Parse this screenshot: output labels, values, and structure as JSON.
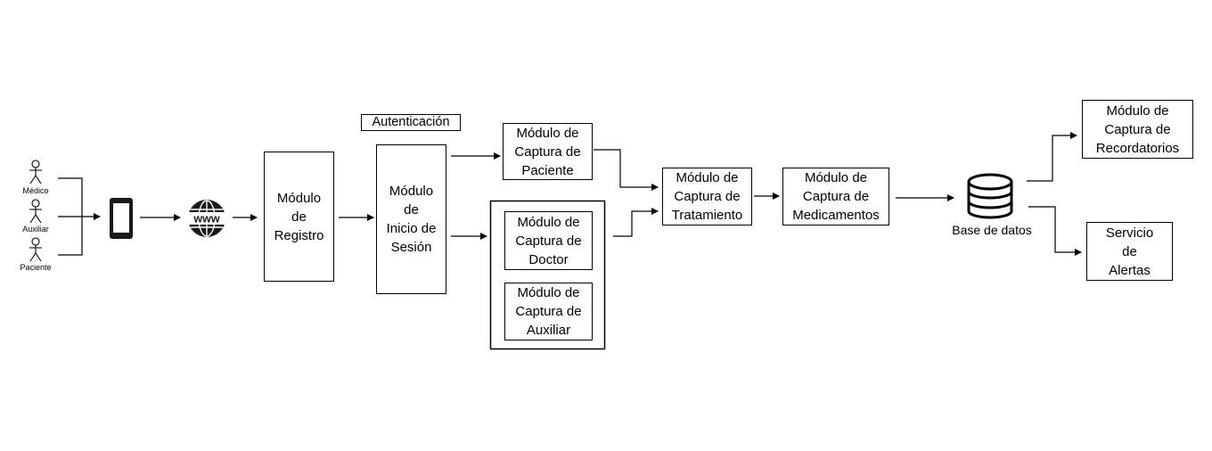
{
  "actors": [
    "Médico",
    "Auxiliar",
    "Paciente"
  ],
  "icons": {
    "device": "smartphone-icon",
    "web": "www-globe-icon",
    "database": "database-icon"
  },
  "boxes": {
    "registro": "Módulo\nde\nRegistro",
    "inicio_sesion": "Módulo\nde\nInicio de\nSesión",
    "autenticacion": "Autenticación",
    "paciente": "Módulo de\nCaptura de\nPaciente",
    "doctor": "Módulo de\nCaptura de\nDoctor",
    "auxiliar": "Módulo de\nCaptura de\nAuxiliar",
    "tratamiento": "Módulo de\nCaptura de\nTratamiento",
    "medicamentos": "Módulo de\nCaptura de\nMedicamentos",
    "recordatorios": "Módulo de\nCaptura de\nRecordatorios",
    "alertas": "Servicio\nde\nAlertas"
  },
  "database_label": "Base de datos"
}
